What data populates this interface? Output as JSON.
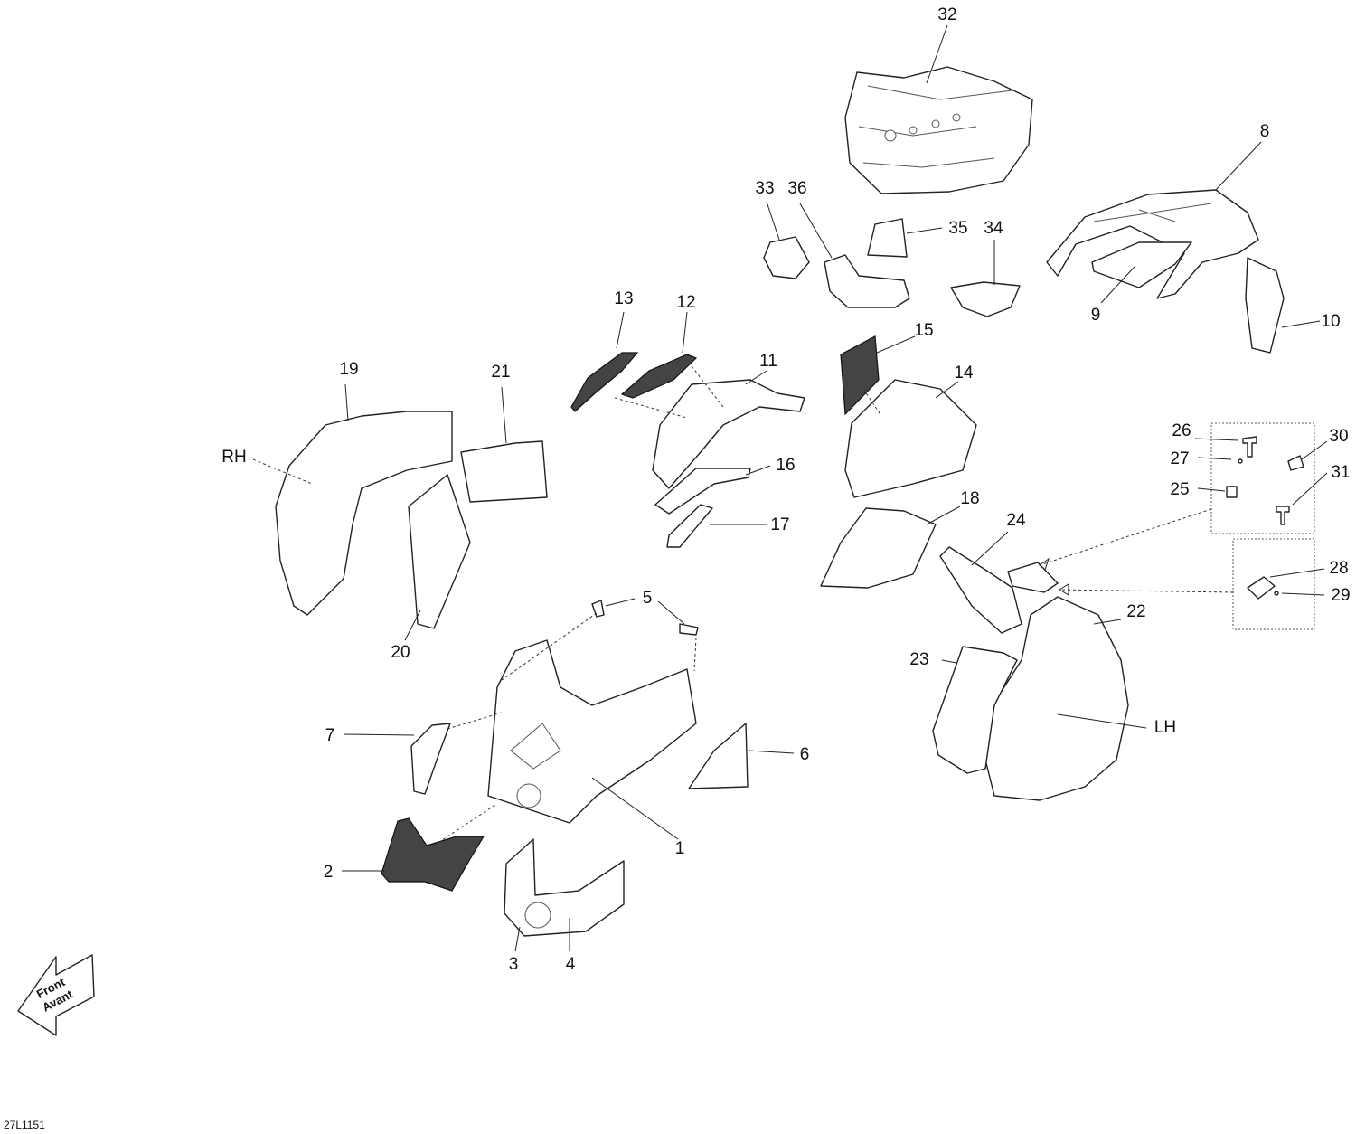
{
  "diagram": {
    "drawing_code": "27L1151",
    "front_arrow": {
      "line1": "Front",
      "line2": "Avant"
    },
    "side_labels": {
      "right": "RH",
      "left": "LH"
    },
    "callouts": [
      "1",
      "2",
      "3",
      "4",
      "5",
      "6",
      "7",
      "8",
      "9",
      "10",
      "11",
      "12",
      "13",
      "14",
      "15",
      "16",
      "17",
      "18",
      "19",
      "20",
      "21",
      "22",
      "23",
      "24",
      "25",
      "26",
      "27",
      "28",
      "29",
      "30",
      "31",
      "32",
      "33",
      "34",
      "35",
      "36"
    ]
  }
}
